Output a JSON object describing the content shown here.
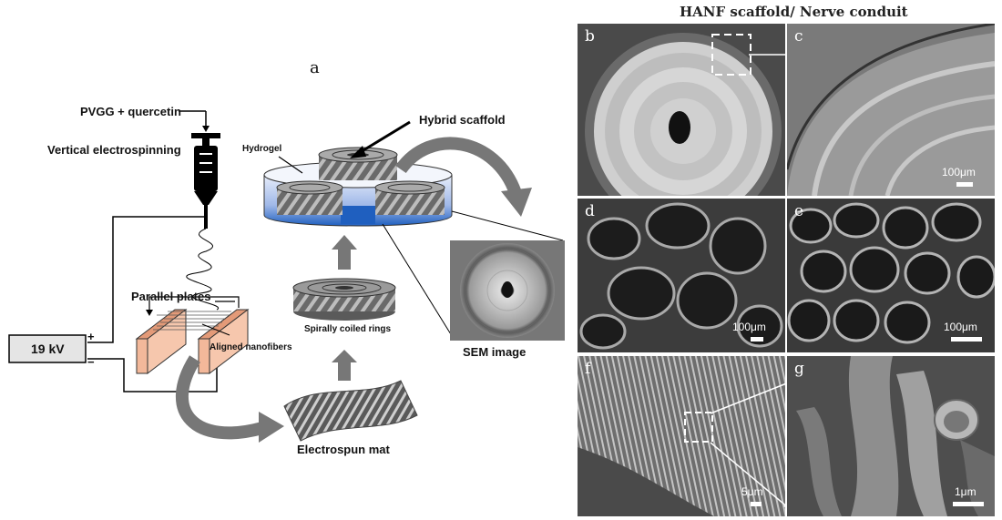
{
  "figure_label": "a",
  "schematic": {
    "input_label": "PVGG + quercetin",
    "process_label": "Vertical electrospinning",
    "voltage_label": "19 kV",
    "plus_sign": "+",
    "minus_sign": "−",
    "plates_label": "Parallel plates",
    "fibers_label": "Aligned nanofibers",
    "mat_label": "Electrospun mat",
    "rings_label": "Spirally coiled rings",
    "hydrogel_label": "Hydrogel",
    "hybrid_label": "Hybrid scaffold",
    "sem_label": "SEM image"
  },
  "sem_title": "HANF scaffold/ Nerve conduit",
  "panels": [
    {
      "id": "b",
      "label": "b",
      "scale": ""
    },
    {
      "id": "c",
      "label": "c",
      "scale": "100μm"
    },
    {
      "id": "d",
      "label": "d",
      "scale": "100μm"
    },
    {
      "id": "e",
      "label": "e",
      "scale": "100μm"
    },
    {
      "id": "f",
      "label": "f",
      "scale": "5μm"
    },
    {
      "id": "g",
      "label": "g",
      "scale": "1μm"
    }
  ],
  "colors": {
    "plate": "#f3b89a",
    "hydrogel": "#1f5fbf",
    "arrow_gray": "#777777"
  }
}
